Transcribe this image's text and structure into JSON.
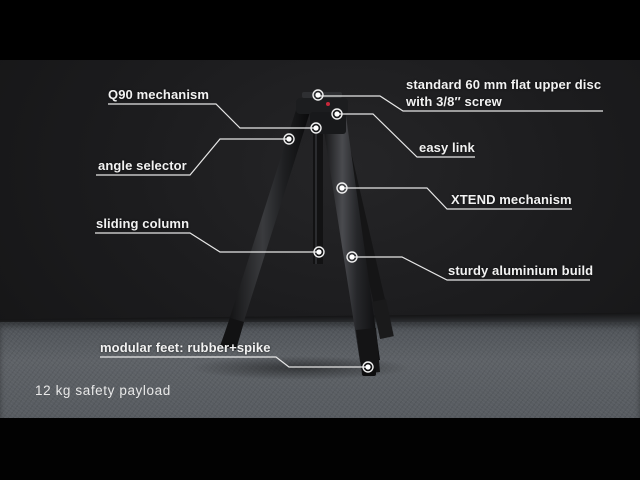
{
  "video": {
    "scene": "tripod product feature overview",
    "colors": {
      "background": "#1c1c1e",
      "floor": "#5a5e63",
      "callout_line": "#e6e6e6",
      "label_text": "#f2f2f2",
      "tripod_accent": "#c8283a"
    }
  },
  "callouts": [
    {
      "id": "q90",
      "label": "Q90 mechanism"
    },
    {
      "id": "upper-disc",
      "label_line1": "standard 60 mm flat upper disc",
      "label_line2": "with 3/8″ screw"
    },
    {
      "id": "easy-link",
      "label": "easy link"
    },
    {
      "id": "angle-selector",
      "label": "angle selector"
    },
    {
      "id": "xtend",
      "label": "XTEND mechanism"
    },
    {
      "id": "sliding-column",
      "label": "sliding column"
    },
    {
      "id": "aluminium",
      "label": "sturdy aluminium build"
    },
    {
      "id": "feet",
      "label": "modular feet: rubber+spike"
    }
  ],
  "caption": "12 kg safety payload"
}
